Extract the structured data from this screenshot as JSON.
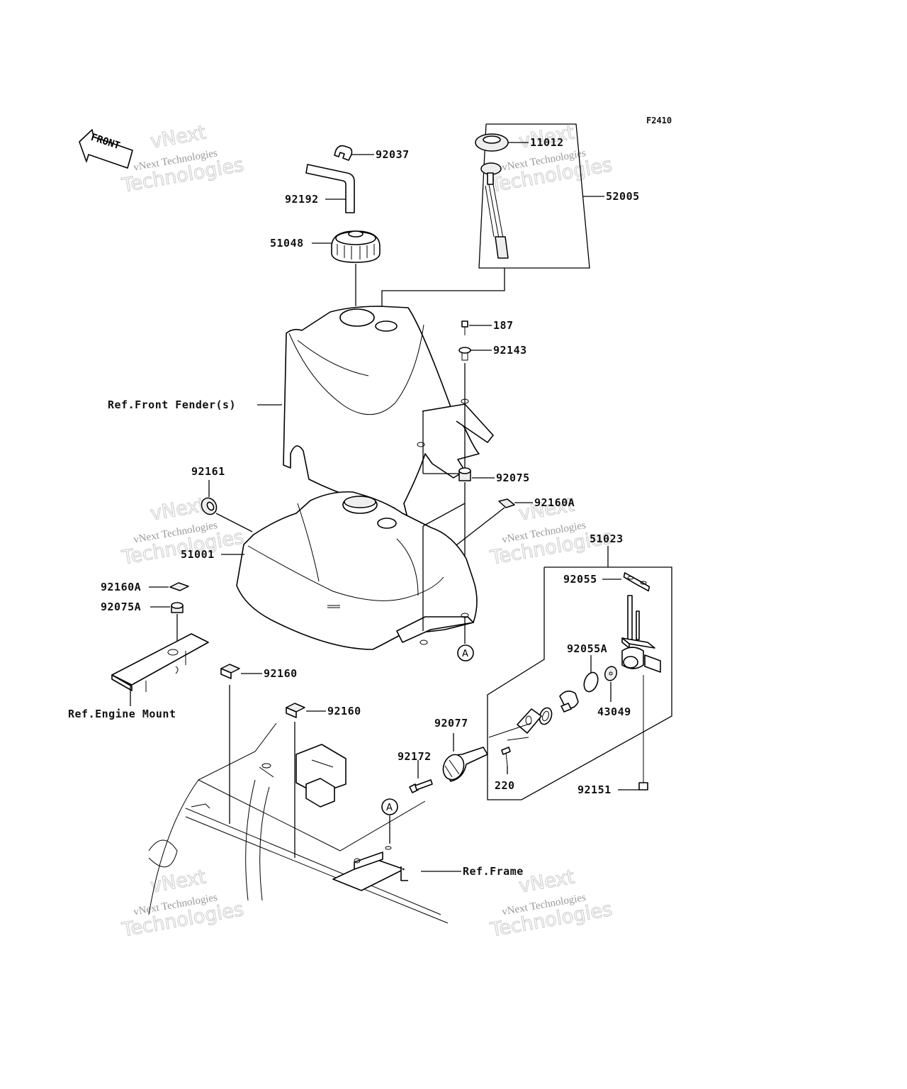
{
  "figure_code": "F2410",
  "front_arrow_text": "FRONT",
  "watermark": {
    "brand": "vNext",
    "company": "vNext Technologies",
    "word": "Technologies"
  },
  "callouts": {
    "p92037": "92037",
    "p92192": "92192",
    "p51048": "51048",
    "p11012": "11012",
    "p52005": "52005",
    "p187": "187",
    "p92143": "92143",
    "ref_front_fender": "Ref.Front Fender(s)",
    "p92161": "92161",
    "p92075": "92075",
    "p92160A_top": "92160A",
    "p51001": "51001",
    "p51023": "51023",
    "p92160A_left": "92160A",
    "p92075A": "92075A",
    "p92055": "92055",
    "p92055A": "92055A",
    "ref_engine_mount": "Ref.Engine Mount",
    "p92160_a": "92160",
    "p43049": "43049",
    "p92160_b": "92160",
    "p92077": "92077",
    "p92172": "92172",
    "p220": "220",
    "p92151": "92151",
    "ref_frame": "Ref.Frame",
    "marker_a": "A"
  }
}
